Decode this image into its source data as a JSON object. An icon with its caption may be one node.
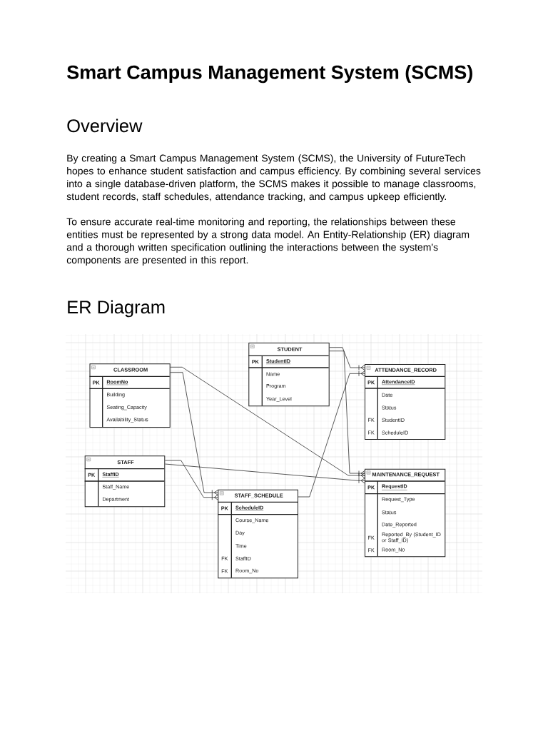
{
  "diagram": {
    "title": "Smart Campus Management System (SCMS)",
    "nodes": [
      {
        "text": [
          "CLASSROOM",
          "PK",
          "RoomNo",
          "Building",
          "Seating_Capacity",
          "Availability_Status"
        ]
      },
      {
        "text": [
          "STUDENT",
          "PK",
          "StudentID",
          "Name",
          "Program",
          "Year_Level"
        ]
      },
      {
        "text": [
          "ATTENDANCE_RECORD",
          "PK",
          "AttendanceID",
          "Date",
          "Status",
          "FK",
          "StudentID",
          "FK",
          "ScheduleID"
        ]
      },
      {
        "text": [
          "STAFF",
          "PK",
          "StaffID",
          "Staff_Name",
          "Department"
        ]
      },
      {
        "text": [
          "STAFF_SCHEDULE",
          "PK",
          "ScheduleID",
          "Course_Name",
          "Day",
          "Time",
          "FK",
          "StaffID",
          "FK",
          "Room_No"
        ]
      },
      {
        "text": [
          "MAINTENANCE_REQUEST",
          "PK",
          "RequestID",
          "Request_Type",
          "Status",
          "Date_Reported",
          "FK",
          "Reported_By (Student_ID or Staff_ID)",
          "FK",
          "Room_No"
        ]
      }
    ],
    "edges": [
      {
        "from": 0,
        "to": 4,
        "arrow": "other"
      },
      {
        "from": 0,
        "to": 5,
        "arrow": "other"
      },
      {
        "from": 1,
        "to": 2,
        "arrow": "other"
      },
      {
        "from": 1,
        "to": 5,
        "arrow": "other"
      },
      {
        "from": 3,
        "to": 4,
        "arrow": "other"
      },
      {
        "from": 3,
        "to": 5,
        "arrow": "other"
      },
      {
        "from": 4,
        "to": 2,
        "arrow": "other"
      }
    ],
    "labels": [
      "Overview",
      "By creating a Smart Campus Management System (SCMS), the University of FutureTech hopes to enhance student satisfaction and campus efficiency. By combining several services into a single database-driven platform, the SCMS makes it possible to manage classrooms, student records, staff schedules, attendance tracking, and campus upkeep efficiently.",
      "To ensure accurate real-time monitoring and reporting, the relationships between these entities must be represented by a strong data model. An Entity-Relationship (ER) diagram and a thorough written specification outlining the interactions between the system's components are presented in this report.",
      "ER Diagram"
    ]
  }
}
